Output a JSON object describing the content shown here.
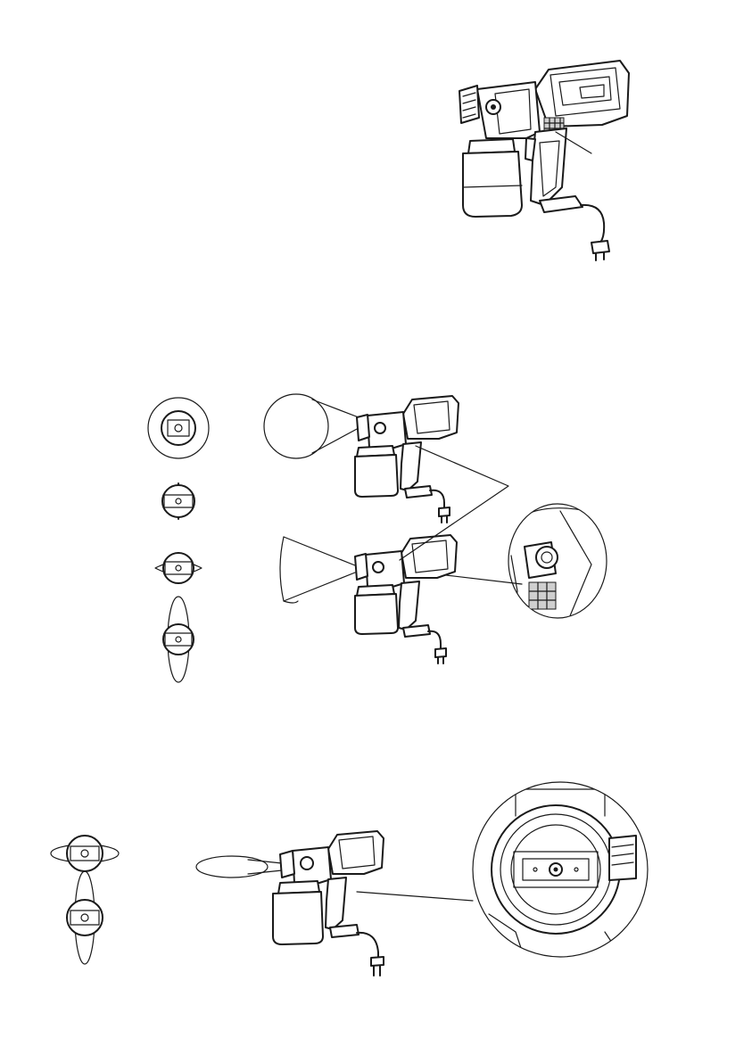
{
  "page": {
    "background": "#ffffff",
    "line_color": "#1a1a1a"
  },
  "figures": {
    "sprayer_overview": {
      "icon": "paint-sprayer-icon"
    },
    "spray_pattern_section": {
      "nozzle_positions": [
        "round-pattern",
        "vertical-fan",
        "diagonal-fan",
        "horizontal-fan"
      ]
    },
    "fan_orientation_section": {
      "nozzle_positions": [
        "horizontal-fan",
        "vertical-fan"
      ]
    }
  }
}
